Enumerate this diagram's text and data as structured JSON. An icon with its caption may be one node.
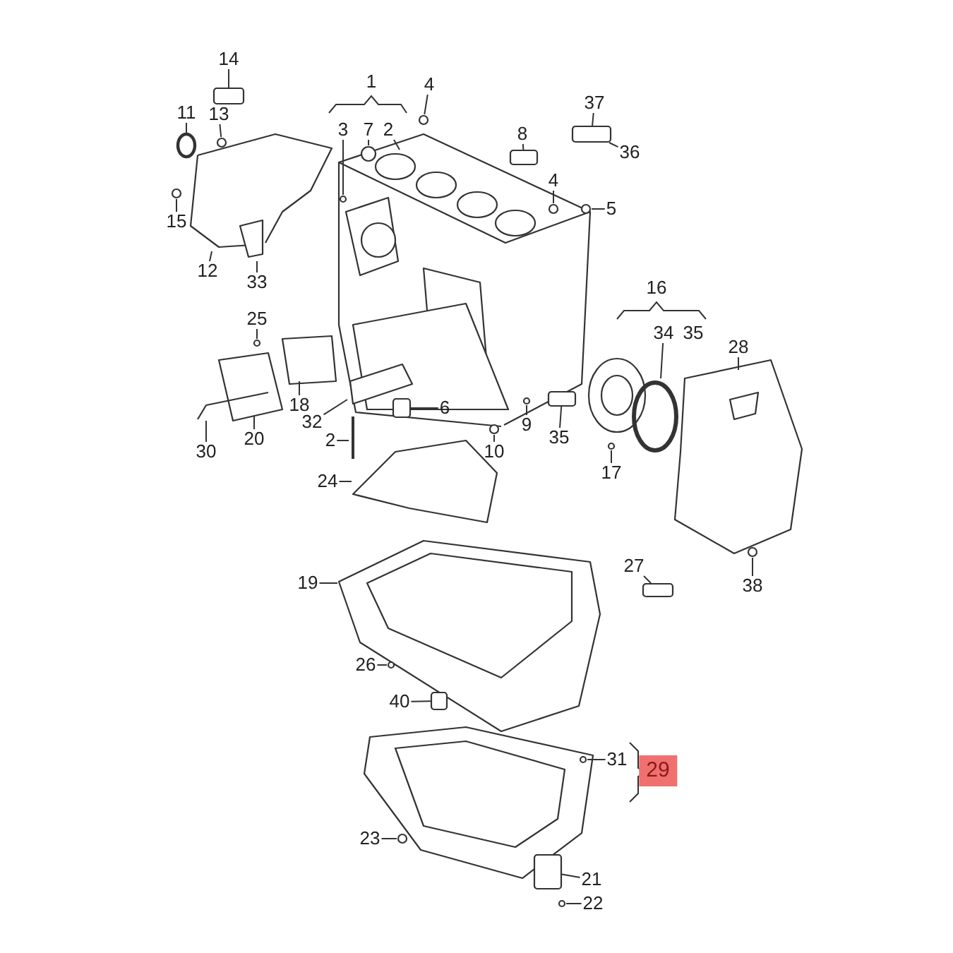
{
  "diagram": {
    "nodes": [
      {
        "text": [
          "14"
        ]
      },
      {
        "text": [
          "11"
        ]
      },
      {
        "text": [
          "13"
        ]
      },
      {
        "text": [
          "4"
        ]
      },
      {
        "text": [
          "37"
        ]
      },
      {
        "text": [
          "3"
        ]
      },
      {
        "text": [
          "7"
        ]
      },
      {
        "text": [
          "2"
        ]
      },
      {
        "text": [
          "8"
        ]
      },
      {
        "text": [
          "36"
        ]
      },
      {
        "text": [
          "4"
        ]
      },
      {
        "text": [
          "5"
        ]
      },
      {
        "text": [
          "15"
        ]
      },
      {
        "text": [
          "12"
        ]
      },
      {
        "text": [
          "33"
        ]
      },
      {
        "text": [
          "25"
        ]
      },
      {
        "text": [
          "28"
        ]
      },
      {
        "text": [
          "34"
        ]
      },
      {
        "text": [
          "18"
        ]
      },
      {
        "text": [
          "6"
        ]
      },
      {
        "text": [
          "32"
        ]
      },
      {
        "text": [
          "9"
        ]
      },
      {
        "text": [
          "20"
        ]
      },
      {
        "text": [
          "35"
        ]
      },
      {
        "text": [
          "2"
        ]
      },
      {
        "text": [
          "30"
        ]
      },
      {
        "text": [
          "10"
        ]
      },
      {
        "text": [
          "17"
        ]
      },
      {
        "text": [
          "24"
        ]
      },
      {
        "text": [
          "38"
        ]
      },
      {
        "text": [
          "27"
        ]
      },
      {
        "text": [
          "19"
        ]
      },
      {
        "text": [
          "26"
        ]
      },
      {
        "text": [
          "40"
        ]
      },
      {
        "text": [
          "31"
        ]
      },
      {
        "text": [
          "29"
        ]
      },
      {
        "text": [
          "23"
        ]
      },
      {
        "text": [
          "21"
        ]
      },
      {
        "text": [
          "22"
        ]
      },
      {
        "text": [],
        "shape": "box"
      },
      {
        "text": [],
        "shape": "circle"
      },
      {
        "text": [],
        "shape": "circle"
      },
      {
        "text": [],
        "shape": "circle"
      },
      {
        "text": [],
        "shape": "circle"
      },
      {
        "text": [],
        "shape": "circle"
      },
      {
        "text": [],
        "shape": "box"
      },
      {
        "text": [],
        "shape": "box"
      },
      {
        "text": [],
        "shape": "circle"
      },
      {
        "text": [],
        "shape": "circle"
      },
      {
        "text": [],
        "shape": "circle"
      },
      {
        "text": [],
        "shape": "circle"
      },
      {
        "text": [],
        "shape": "box"
      },
      {
        "text": [],
        "shape": "circle"
      },
      {
        "text": [],
        "shape": "box"
      },
      {
        "text": [],
        "shape": "circle"
      },
      {
        "text": [],
        "shape": "circle"
      },
      {
        "text": [],
        "shape": "circle"
      },
      {
        "text": [],
        "shape": "box"
      },
      {
        "text": [],
        "shape": "circle"
      },
      {
        "text": [],
        "shape": "box"
      },
      {
        "text": [],
        "shape": "circle"
      },
      {
        "text": [],
        "shape": "circle"
      },
      {
        "text": [],
        "shape": "box"
      },
      {
        "text": [],
        "shape": "circle"
      }
    ],
    "edges": [
      {
        "from": 0,
        "to": 39,
        "arrow": "none"
      },
      {
        "from": 1,
        "to": 40,
        "arrow": "none"
      },
      {
        "from": 2,
        "to": 41,
        "arrow": "none"
      },
      {
        "from": 3,
        "to": 42,
        "arrow": "none"
      },
      {
        "from": 4,
        "to": 46,
        "arrow": "none"
      },
      {
        "from": 5,
        "to": 43,
        "arrow": "none"
      },
      {
        "from": 6,
        "to": 44,
        "arrow": "none"
      },
      {
        "from": 7,
        "to": null,
        "arrow": "none"
      },
      {
        "from": 8,
        "to": 45,
        "arrow": "none"
      },
      {
        "from": 9,
        "to": 46,
        "arrow": "none"
      },
      {
        "from": 10,
        "to": 47,
        "arrow": "none"
      },
      {
        "from": 11,
        "to": 48,
        "arrow": "none"
      },
      {
        "from": 12,
        "to": 49,
        "arrow": "none"
      },
      {
        "from": 13,
        "to": null,
        "arrow": "none"
      },
      {
        "from": 14,
        "to": null,
        "arrow": "none"
      },
      {
        "from": 15,
        "to": 50,
        "arrow": "none"
      },
      {
        "from": 16,
        "to": null,
        "arrow": "none"
      },
      {
        "from": 17,
        "to": null,
        "arrow": "none"
      },
      {
        "from": 18,
        "to": null,
        "arrow": "none"
      },
      {
        "from": 19,
        "to": 51,
        "arrow": "none"
      },
      {
        "from": 20,
        "to": null,
        "arrow": "none"
      },
      {
        "from": 21,
        "to": 52,
        "arrow": "none"
      },
      {
        "from": 22,
        "to": null,
        "arrow": "none"
      },
      {
        "from": 23,
        "to": 53,
        "arrow": "none"
      },
      {
        "from": 24,
        "to": null,
        "arrow": "none"
      },
      {
        "from": 25,
        "to": null,
        "arrow": "none"
      },
      {
        "from": 26,
        "to": 54,
        "arrow": "none"
      },
      {
        "from": 27,
        "to": 55,
        "arrow": "none"
      },
      {
        "from": 28,
        "to": null,
        "arrow": "none"
      },
      {
        "from": 29,
        "to": 56,
        "arrow": "none"
      },
      {
        "from": 30,
        "to": 57,
        "arrow": "none"
      },
      {
        "from": 31,
        "to": null,
        "arrow": "none"
      },
      {
        "from": 32,
        "to": 58,
        "arrow": "none"
      },
      {
        "from": 33,
        "to": 59,
        "arrow": "none"
      },
      {
        "from": 34,
        "to": 60,
        "arrow": "none"
      },
      {
        "from": 36,
        "to": 61,
        "arrow": "none"
      },
      {
        "from": 37,
        "to": 62,
        "arrow": "none"
      },
      {
        "from": 38,
        "to": 63,
        "arrow": "none"
      }
    ],
    "labels": [
      "1",
      "16",
      "35"
    ]
  }
}
